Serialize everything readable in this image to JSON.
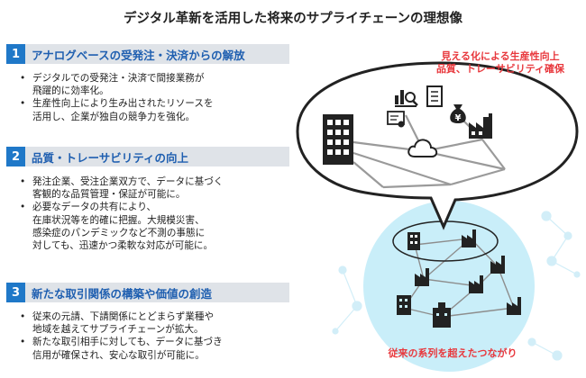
{
  "title": "デジタル革新を活用した将来のサプライチェーンの理想像",
  "sections": [
    {
      "number": "1",
      "heading": "アナログベースの受発注・決済からの解放",
      "bullets": [
        "デジタルでの受発注・決済で間接業務が\n飛躍的に効率化。",
        "生産性向上により生み出されたリソースを\n活用し、企業が独自の競争力を強化。"
      ]
    },
    {
      "number": "2",
      "heading": "品質・トレーサビリティの向上",
      "bullets": [
        "発注企業、受注企業双方で、データに基づく\n客観的な品質管理・保証が可能に。",
        "必要なデータの共有により、\n在庫状況等を的確に把握。大規模災害、\n感染症のパンデミックなど不測の事態に\n対しても、迅速かつ柔軟な対応が可能に。"
      ]
    },
    {
      "number": "3",
      "heading": "新たな取引関係の構築や価値の創造",
      "bullets": [
        "従来の元請、下請関係にとどまらず業種や\n地域を越えてサプライチェーンが拡大。",
        "新たな取引相手に対しても、データに基づき\n信用が確保され、安心な取引が可能に。"
      ]
    }
  ],
  "diagram": {
    "top_note": "見える化による生産性向上\n品質、トレーサビリティ確保",
    "bottom_note": "従来の系列を超えたつながり",
    "yen_symbol": "¥",
    "icons": [
      "building-icon",
      "chart-search-icon",
      "document-icon",
      "certificate-icon",
      "money-bag-icon",
      "factory-icon",
      "cloud-icon"
    ],
    "colors": {
      "accent_blue": "#1f78c8",
      "heading_blue": "#1f5fb0",
      "note_red": "#e8383d",
      "network_circle": "#c9eef9",
      "network_lines": "#9a9a9a"
    }
  }
}
